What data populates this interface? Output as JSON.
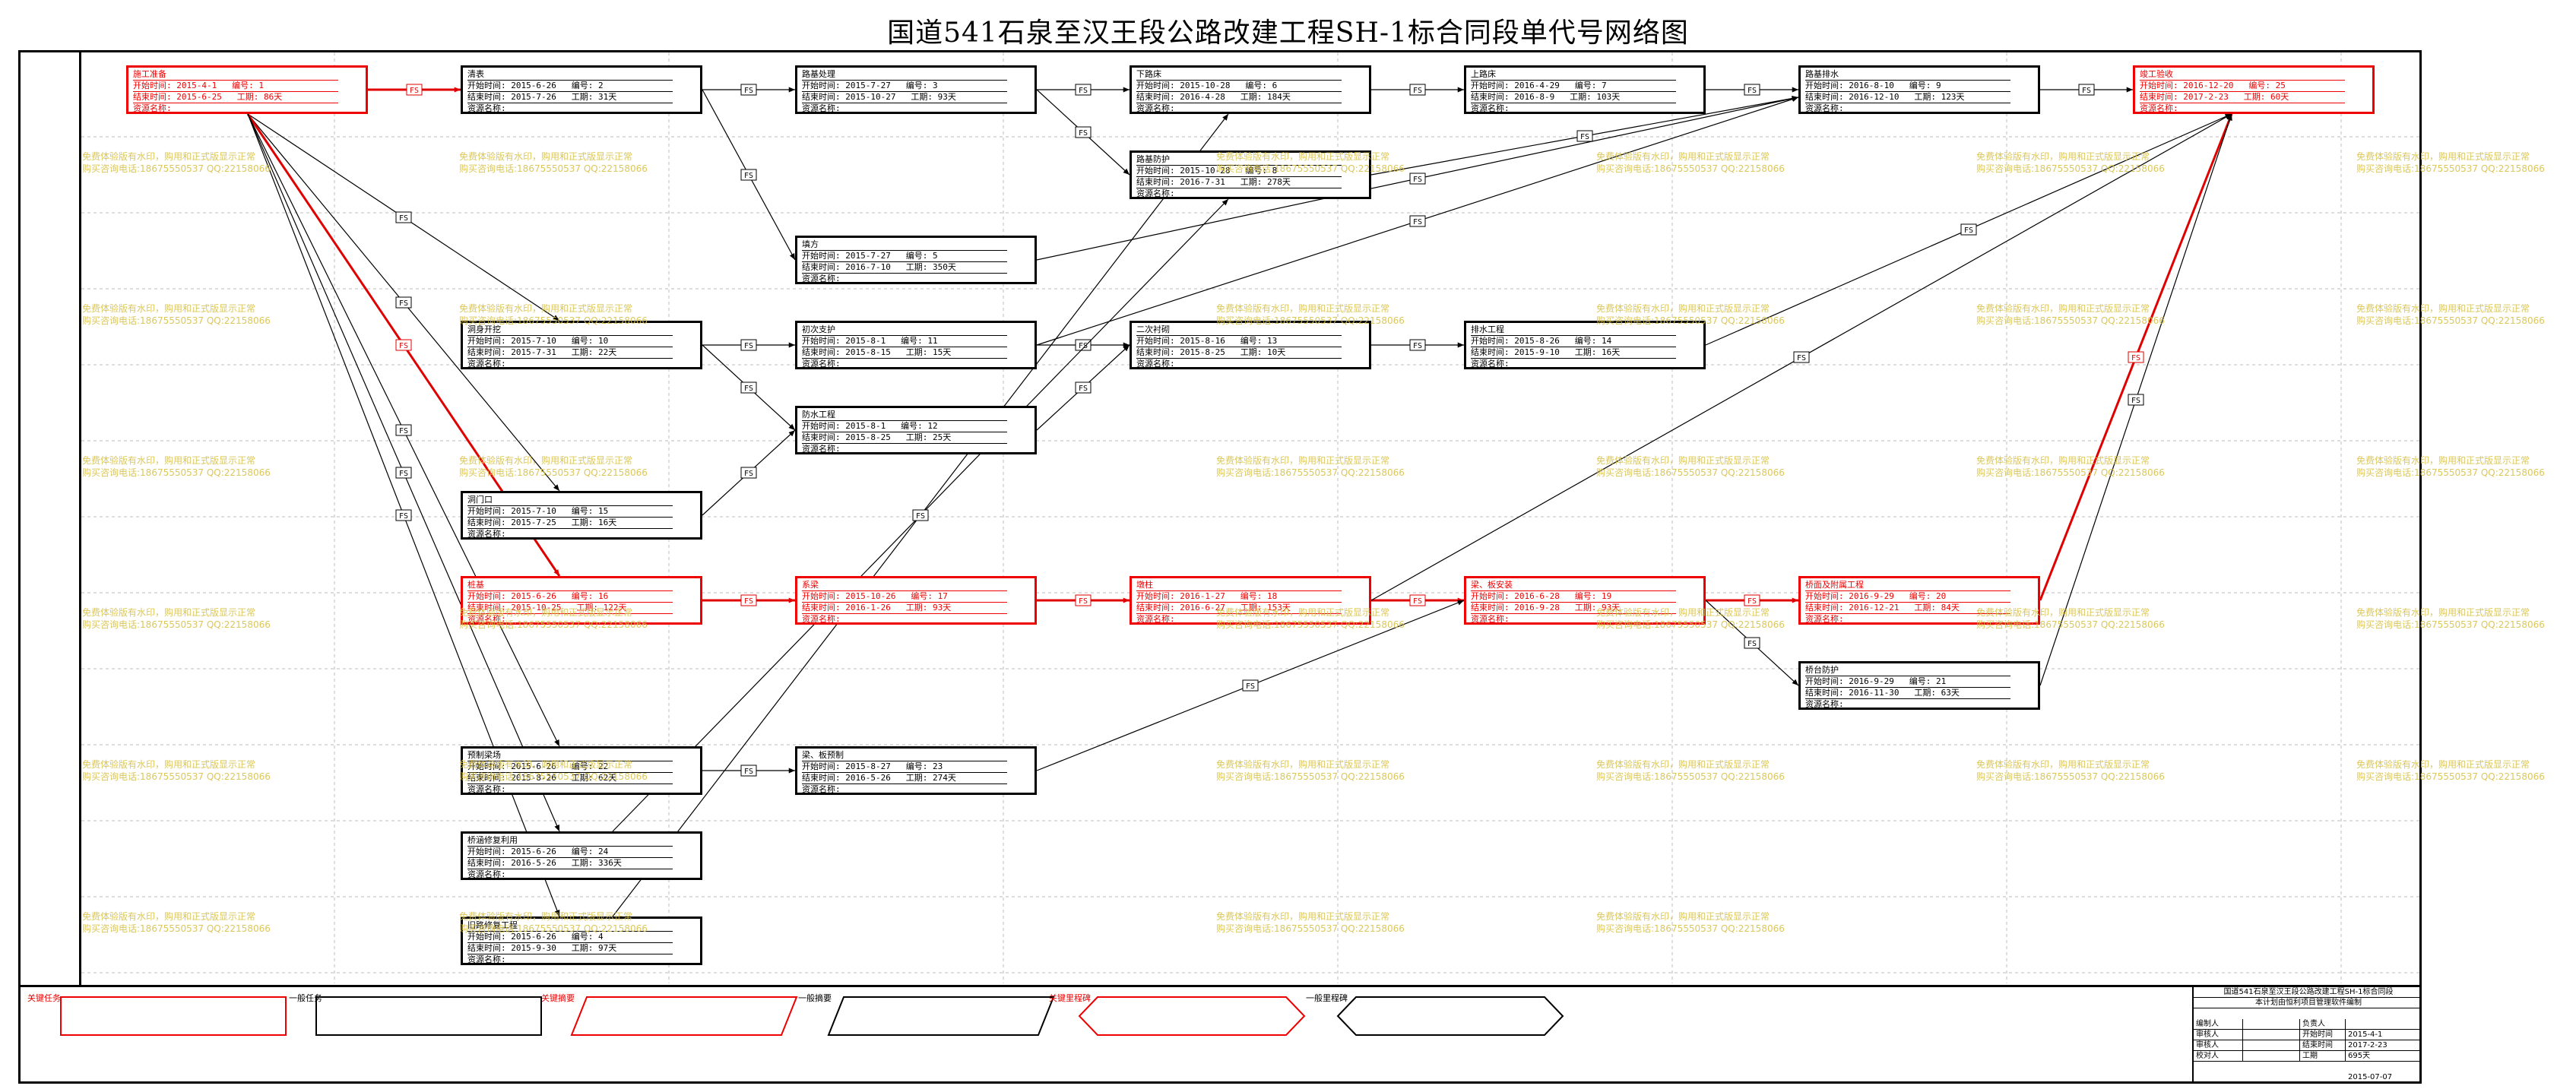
{
  "title": "国道541石泉至汉王段公路改建工程SH-1标合同段单代号网络图",
  "labels": {
    "start": "开始时间:",
    "end": "结束时间:",
    "num": "编号:",
    "dur": "工期:",
    "res": "资源名称:",
    "link": "FS"
  },
  "nodes": [
    {
      "id": "n1",
      "name": "施工准备",
      "start": "2015-4-1",
      "end": "2015-6-25",
      "num": "1",
      "dur": "86天",
      "crit": true
    },
    {
      "id": "n2",
      "name": "清表",
      "start": "2015-6-26",
      "end": "2015-7-26",
      "num": "2",
      "dur": "31天",
      "crit": false
    },
    {
      "id": "n3",
      "name": "路基处理",
      "start": "2015-7-27",
      "end": "2015-10-27",
      "num": "3",
      "dur": "93天",
      "crit": false
    },
    {
      "id": "n5",
      "name": "填方",
      "start": "2015-7-27",
      "end": "2016-7-10",
      "num": "5",
      "dur": "350天",
      "crit": false
    },
    {
      "id": "n6",
      "name": "下路床",
      "start": "2015-10-28",
      "end": "2016-4-28",
      "num": "6",
      "dur": "184天",
      "crit": false
    },
    {
      "id": "n7",
      "name": "上路床",
      "start": "2016-4-29",
      "end": "2016-8-9",
      "num": "7",
      "dur": "103天",
      "crit": false
    },
    {
      "id": "n8",
      "name": "路基防护",
      "start": "2015-10-28",
      "end": "2016-7-31",
      "num": "8",
      "dur": "278天",
      "crit": false
    },
    {
      "id": "n9",
      "name": "路基排水",
      "start": "2016-8-10",
      "end": "2016-12-10",
      "num": "9",
      "dur": "123天",
      "crit": false
    },
    {
      "id": "n10",
      "name": "洞身开挖",
      "start": "2015-7-10",
      "end": "2015-7-31",
      "num": "10",
      "dur": "22天",
      "crit": false
    },
    {
      "id": "n11",
      "name": "初次支护",
      "start": "2015-8-1",
      "end": "2015-8-15",
      "num": "11",
      "dur": "15天",
      "crit": false
    },
    {
      "id": "n12",
      "name": "防水工程",
      "start": "2015-8-1",
      "end": "2015-8-25",
      "num": "12",
      "dur": "25天",
      "crit": false
    },
    {
      "id": "n13",
      "name": "二次衬砌",
      "start": "2015-8-16",
      "end": "2015-8-25",
      "num": "13",
      "dur": "10天",
      "crit": false
    },
    {
      "id": "n14",
      "name": "排水工程",
      "start": "2015-8-26",
      "end": "2015-9-10",
      "num": "14",
      "dur": "16天",
      "crit": false
    },
    {
      "id": "n15",
      "name": "洞门口",
      "start": "2015-7-10",
      "end": "2015-7-25",
      "num": "15",
      "dur": "16天",
      "crit": false
    },
    {
      "id": "n16",
      "name": "桩基",
      "start": "2015-6-26",
      "end": "2015-10-25",
      "num": "16",
      "dur": "122天",
      "crit": true
    },
    {
      "id": "n17",
      "name": "系梁",
      "start": "2015-10-26",
      "end": "2016-1-26",
      "num": "17",
      "dur": "93天",
      "crit": true
    },
    {
      "id": "n18",
      "name": "墩柱",
      "start": "2016-1-27",
      "end": "2016-6-27",
      "num": "18",
      "dur": "153天",
      "crit": true
    },
    {
      "id": "n19",
      "name": "梁、板安装",
      "start": "2016-6-28",
      "end": "2016-9-28",
      "num": "19",
      "dur": "93天",
      "crit": true
    },
    {
      "id": "n20",
      "name": "桥面及附属工程",
      "start": "2016-9-29",
      "end": "2016-12-21",
      "num": "20",
      "dur": "84天",
      "crit": true
    },
    {
      "id": "n21",
      "name": "桥台防护",
      "start": "2016-9-29",
      "end": "2016-11-30",
      "num": "21",
      "dur": "63天",
      "crit": false
    },
    {
      "id": "n22",
      "name": "预制梁场",
      "start": "2015-6-26",
      "end": "2015-8-26",
      "num": "22",
      "dur": "62天",
      "crit": false
    },
    {
      "id": "n23",
      "name": "梁、板预制",
      "start": "2015-8-27",
      "end": "2016-5-26",
      "num": "23",
      "dur": "274天",
      "crit": false
    },
    {
      "id": "n24",
      "name": "桥涵修复利用",
      "start": "2015-6-26",
      "end": "2016-5-26",
      "num": "24",
      "dur": "336天",
      "crit": false
    },
    {
      "id": "n4",
      "name": "旧路修复工程",
      "start": "2015-6-26",
      "end": "2015-9-30",
      "num": "4",
      "dur": "97天",
      "crit": false
    },
    {
      "id": "n25",
      "name": "竣工验收",
      "start": "2016-12-20",
      "end": "2017-2-23",
      "num": "25",
      "dur": "60天",
      "crit": true
    }
  ],
  "watermark": {
    "line1": "免费体验版有水印，购用和正式版显示正常",
    "line2": "购买咨询电话:18675550537 QQ:22158066"
  },
  "legend": {
    "critical_task": "关键任务",
    "normal_task": "一般任务",
    "critical_summary": "关键摘要",
    "normal_summary": "一般摘要",
    "critical_milestone": "关键里程碑",
    "normal_milestone": "一般里程碑"
  },
  "titleblock": {
    "project": "国道541石泉至汉王段公路改建工程SH-1标合同段",
    "software": "本计划由恒利项目管理软件编制",
    "rows": [
      [
        "编制人",
        "",
        "负责人",
        ""
      ],
      [
        "审核人",
        "",
        "开始时间",
        "2015-4-1"
      ],
      [
        "审核人",
        "",
        "结束时间",
        "2017-2-23"
      ],
      [
        "校对人",
        "",
        "工期",
        "695天"
      ]
    ],
    "date": "2015-07-07"
  },
  "colors": {
    "critical": "#e00000",
    "normal": "#000000",
    "watermark": "#d8c24a",
    "grid": "#bbbbbb"
  }
}
